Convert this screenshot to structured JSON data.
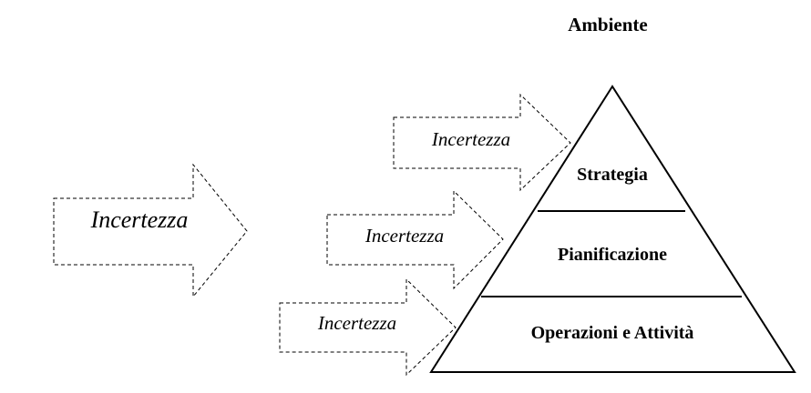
{
  "environment": {
    "label": "Ambiente"
  },
  "main_arrow": {
    "label": "Incertezza"
  },
  "level_arrows": [
    {
      "label": "Incertezza",
      "target_level": "Strategia"
    },
    {
      "label": "Incertezza",
      "target_level": "Pianificazione"
    },
    {
      "label": "Incertezza",
      "target_level": "Operazioni e Attività"
    }
  ],
  "pyramid": {
    "levels": [
      {
        "label": "Strategia"
      },
      {
        "label": "Pianificazione"
      },
      {
        "label": "Operazioni e Attività"
      }
    ]
  },
  "colors": {
    "stroke": "#000000",
    "background": "#ffffff"
  }
}
